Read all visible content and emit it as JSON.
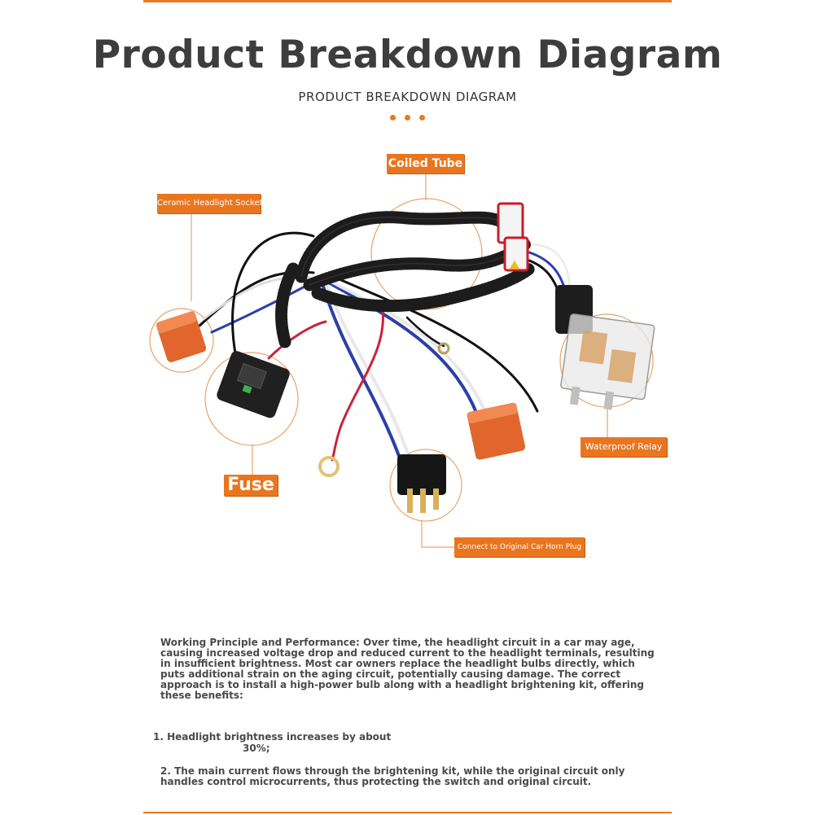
{
  "header": {
    "title": "Product Breakdown Diagram",
    "subtitle": "PRODUCT BREAKDOWN DIAGRAM"
  },
  "accent_color": "#e9761f",
  "labels": {
    "coiled_tube": "Coiled Tube",
    "ceramic_socket": "Ceramic Headlight Socket",
    "waterproof_relay": "Waterproof Relay",
    "fuse": "Fuse",
    "horn_plug": "Connect to Original Car Horn Plug"
  },
  "description": {
    "paragraph": "Working Principle and Performance: Over time, the headlight circuit in a car may age, causing increased voltage drop and reduced current to the headlight terminals, resulting in insufficient brightness. Most car owners replace the headlight bulbs directly, which puts additional strain on the aging circuit, potentially causing damage. The correct approach is to install a high-power bulb along with a headlight brightening kit, offering these benefits:",
    "benefit_1_line1": "1. Headlight brightness increases by about",
    "benefit_1_line2": "30%;",
    "benefit_2": "2. The main current flows through the brightening kit, while the original circuit only handles control microcurrents, thus protecting the switch and original circuit."
  }
}
